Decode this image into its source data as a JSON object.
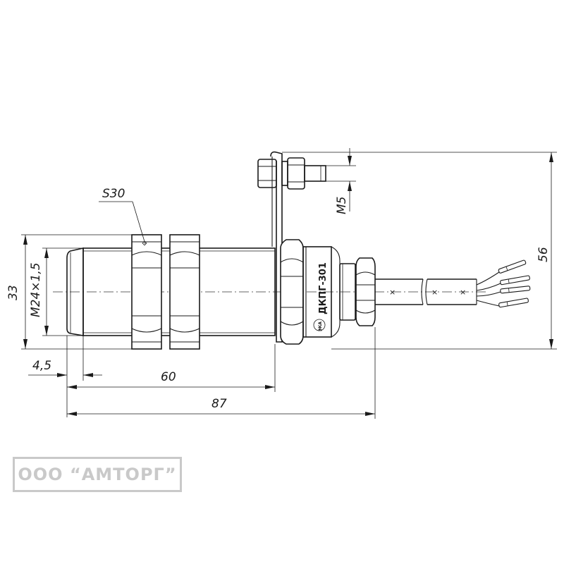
{
  "dimensions": {
    "thread_size": "S30",
    "bolt_thread": "M5",
    "body_diameter": "33",
    "thread_spec": "M24×1,5",
    "front_offset": "4,5",
    "thread_length": "60",
    "total_length": "87",
    "mount_height": "56"
  },
  "device_marking": "ДКПГ-301",
  "manufacturer_mark": "ЭКА",
  "company_logo": "ООО “АМТОРГ”",
  "colors": {
    "line": "#1a1a1a",
    "logo": "#c9c9c9"
  }
}
